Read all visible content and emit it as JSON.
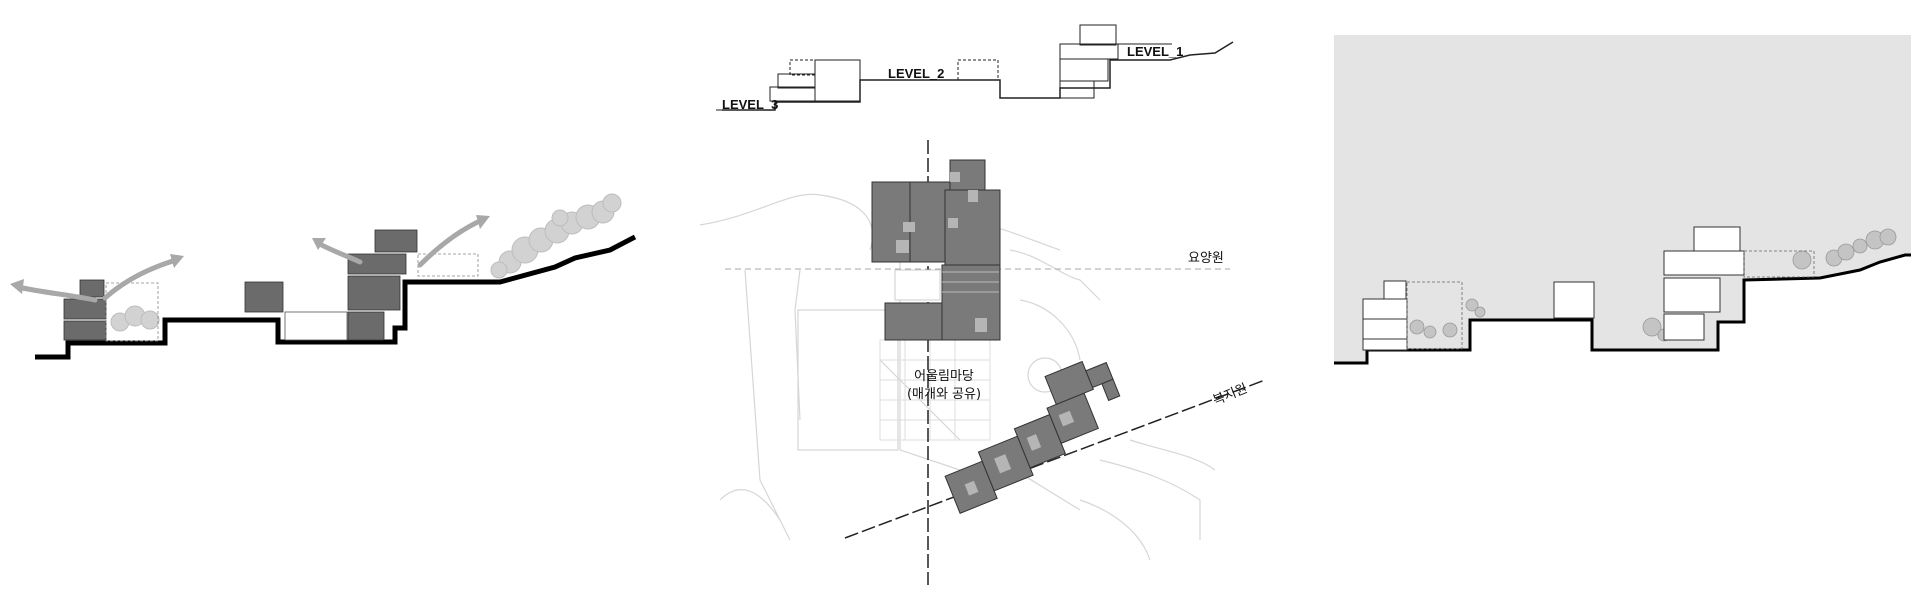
{
  "section": {
    "levels": {
      "level_1": "LEVEL_1",
      "level_2": "LEVEL_2",
      "level_3": "LEVEL_3"
    }
  },
  "plan": {
    "zone_top": "요양원",
    "zone_bottom": "복지원",
    "center_label_line1": "어울림마당",
    "center_label_line2": "(매개와 공유)"
  },
  "colors": {
    "mass_dark": "#6b6b6b",
    "mass_mid": "#8a8a8a",
    "mass_light": "#b5b5b5",
    "ground": "#000000",
    "sky_panel": "#e4e4e4",
    "arrow": "#a8a8a8",
    "tree": "#cfcfcf"
  },
  "icons": [
    "airflow-arrow-icon",
    "tree-icon"
  ]
}
